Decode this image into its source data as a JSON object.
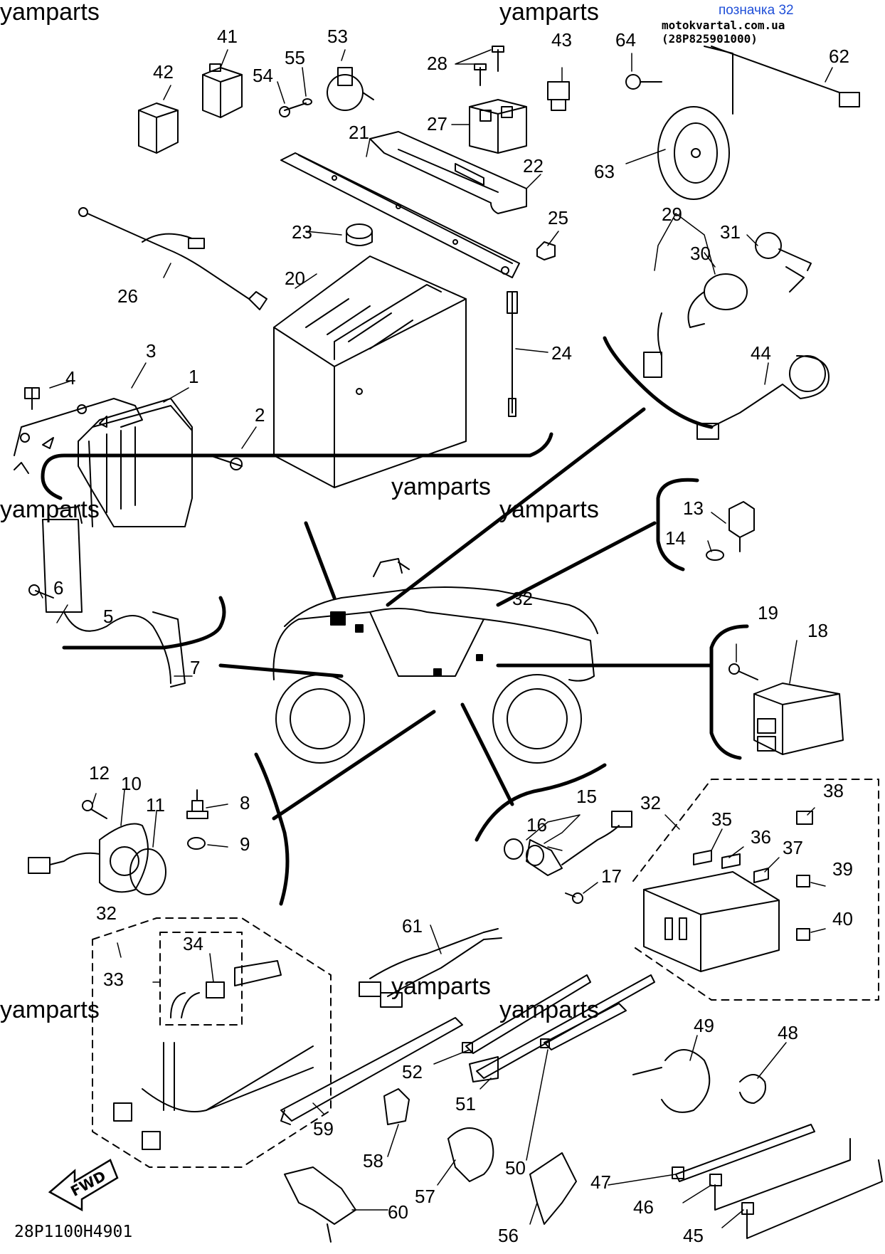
{
  "header": {
    "ref": "позначка 32",
    "source": "motokvartal.com.ua (28P825901000)"
  },
  "watermarks": [
    "yamparts",
    "yamparts",
    "yamparts",
    "yamparts",
    "yamparts",
    "yamparts",
    "yamparts",
    "yamparts"
  ],
  "diagram_code": "28P1100H4901",
  "fwd_label": "FWD",
  "labels": {
    "p1": "1",
    "p2": "2",
    "p3": "3",
    "p4": "4",
    "p5": "5",
    "p6": "6",
    "p7": "7",
    "p8": "8",
    "p9": "9",
    "p10": "10",
    "p11": "11",
    "p12": "12",
    "p13": "13",
    "p14": "14",
    "p15": "15",
    "p16": "16",
    "p17": "17",
    "p18": "18",
    "p19": "19",
    "p20": "20",
    "p21": "21",
    "p22": "22",
    "p23": "23",
    "p24": "24",
    "p25": "25",
    "p26": "26",
    "p27": "27",
    "p28": "28",
    "p29": "29",
    "p30": "30",
    "p31": "31",
    "p32a": "32",
    "p32b": "32",
    "p32c": "32",
    "p33": "33",
    "p34": "34",
    "p35": "35",
    "p36": "36",
    "p37": "37",
    "p38": "38",
    "p39": "39",
    "p40": "40",
    "p41": "41",
    "p42": "42",
    "p43": "43",
    "p44": "44",
    "p45": "45",
    "p46": "46",
    "p47": "47",
    "p48": "48",
    "p49": "49",
    "p50": "50",
    "p51": "51",
    "p52": "52",
    "p53": "53",
    "p54": "54",
    "p55": "55",
    "p56": "56",
    "p57": "57",
    "p58": "58",
    "p59": "59",
    "p60": "60",
    "p61": "61",
    "p62": "62",
    "p63": "63",
    "p64": "64"
  }
}
